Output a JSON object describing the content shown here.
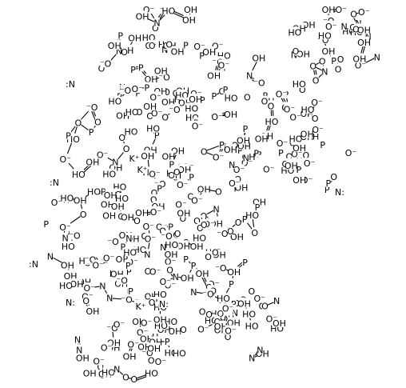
{
  "figure": {
    "type": "chemical-structure",
    "description_labels_visible": [
      "OH",
      "O",
      "O-",
      "P",
      "N",
      "N:",
      "K+",
      "HO"
    ]
  },
  "atom_labels": {
    "oh": "OH",
    "ho": "HO",
    "o": "O",
    "o_minus": "O⁻",
    "minus_o": "⁻O",
    "p": "P",
    "n": "N",
    "n_colon": "N:",
    "colon_n": ":N",
    "k_plus": "K⁺"
  },
  "colors": {
    "ink": "#000000",
    "background": "#ffffff"
  }
}
